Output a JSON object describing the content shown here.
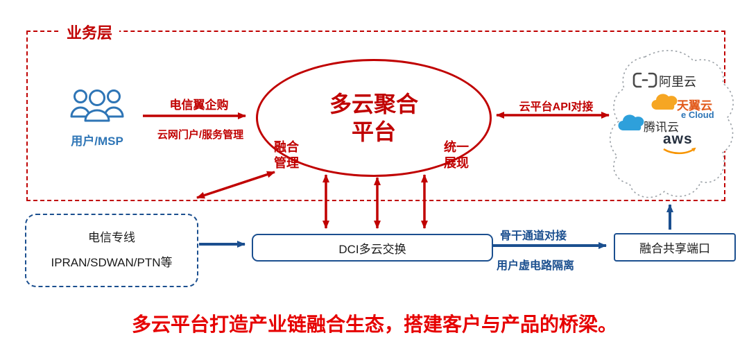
{
  "colors": {
    "diagram_red": "#c00000",
    "diagram_blue": "#1b4f8f",
    "user_blue": "#2e75b6",
    "slogan_red": "#e60000",
    "aws_orange": "#f79400",
    "tianyi_orange": "#f6a623",
    "tencent_blue": "#2ea0db"
  },
  "business_layer": {
    "label": "业务层"
  },
  "user": {
    "label": "用户/MSP"
  },
  "platform": {
    "title": "多云聚合\n平台",
    "fusion_management": "融合\n管理",
    "unified_display": "统一\n展现"
  },
  "edges": {
    "purchase": "电信翼企购",
    "portal": "云网门户/服务管理",
    "api": "云平台API对接",
    "backbone": "骨干通道对接",
    "isolation": "用户虚电路隔离"
  },
  "boxes": {
    "dedicated_line": "电信专线\nIPRAN/SDWAN/PTN等",
    "dci": "DCI多云交换",
    "shared_port": "融合共享端口"
  },
  "cloud_providers": {
    "alibaba": "阿里云",
    "tianyi": "天翼云",
    "tianyi_sub": "e Cloud",
    "tencent": "腾讯云",
    "aws": "aws"
  },
  "footer": {
    "slogan": "多云平台打造产业链融合生态，搭建客户与产品的桥梁。"
  }
}
